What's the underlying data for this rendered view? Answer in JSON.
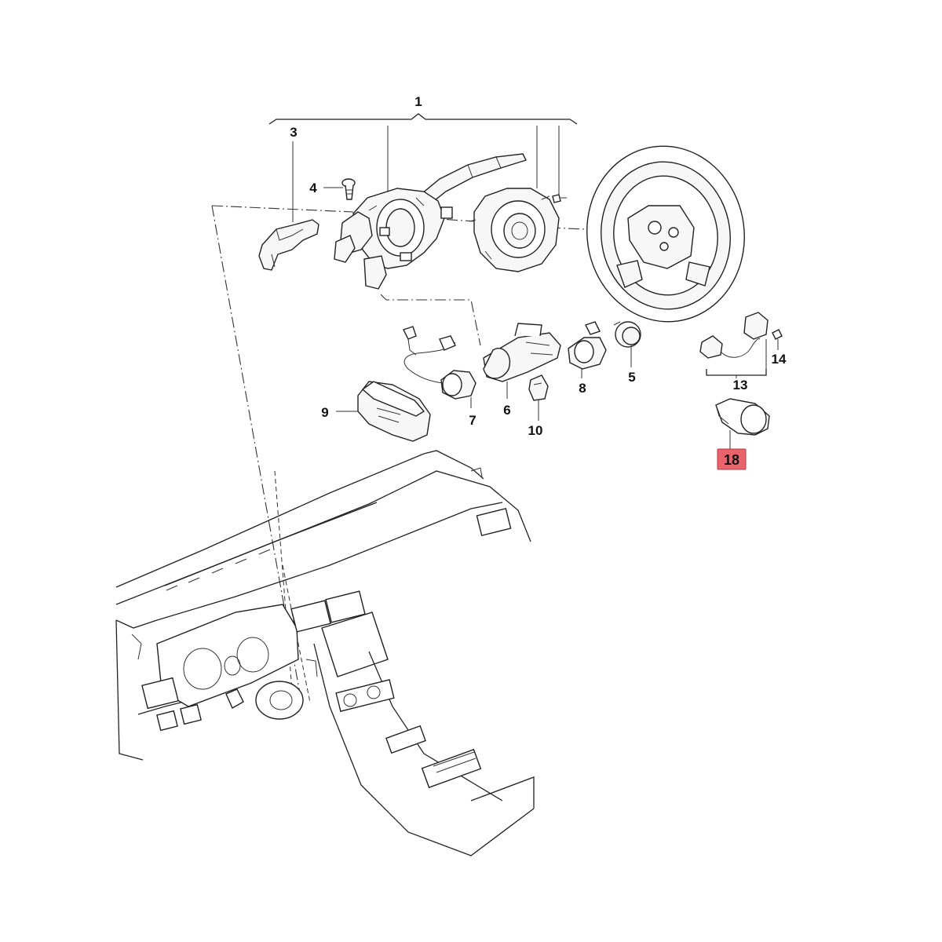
{
  "callouts": {
    "c1": "1",
    "c3": "3",
    "c4": "4",
    "c5": "5",
    "c6": "6",
    "c7": "7",
    "c8": "8",
    "c9": "9",
    "c10": "10",
    "c13": "13",
    "c14": "14",
    "c18": "18"
  },
  "colors": {
    "highlight_fill": "#e8636b",
    "highlight_border": "#c0393f",
    "line": "#222222"
  }
}
